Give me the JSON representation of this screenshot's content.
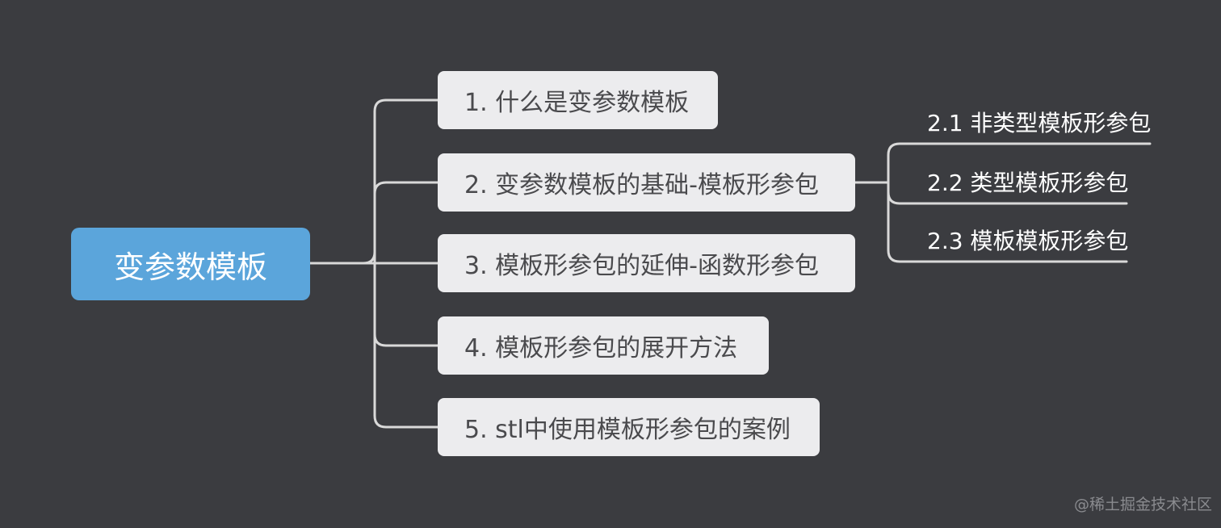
{
  "root": {
    "label": "变参数模板"
  },
  "branches": [
    {
      "label": "1. 什么是变参数模板"
    },
    {
      "label": "2. 变参数模板的基础-模板形参包"
    },
    {
      "label": "3. 模板形参包的延伸-函数形参包"
    },
    {
      "label": "4. 模板形参包的展开方法"
    },
    {
      "label": "5. stl中使用模板形参包的案例"
    }
  ],
  "subtopics": [
    {
      "label": "2.1 非类型模板形参包"
    },
    {
      "label": "2.2 类型模板形参包"
    },
    {
      "label": "2.3 模板模板形参包"
    }
  ],
  "watermark": "@稀土掘金技术社区",
  "colors": {
    "background": "#3b3c40",
    "root_fill": "#5ba5db",
    "branch_fill": "#ececee",
    "connector": "#dcdcdc"
  }
}
